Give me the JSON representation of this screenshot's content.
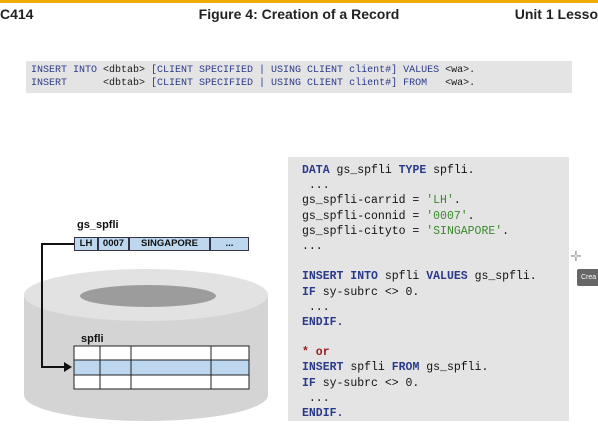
{
  "header": {
    "left": "C414",
    "title": "Figure 4: Creation of a Record",
    "right": "Unit 1 Lesso"
  },
  "syntax": [
    [
      {
        "t": "INSERT INTO ",
        "k": true
      },
      {
        "t": "<dbtab> ",
        "k": false
      },
      {
        "t": "[CLIENT SPECIFIED | USING CLIENT client#] VALUES ",
        "k": true
      },
      {
        "t": "<wa>.",
        "k": false
      }
    ],
    [
      {
        "t": "INSERT      ",
        "k": true
      },
      {
        "t": "<dbtab> ",
        "k": false
      },
      {
        "t": "[CLIENT SPECIFIED | USING CLIENT client#] FROM   ",
        "k": true
      },
      {
        "t": "<wa>.",
        "k": false
      }
    ]
  ],
  "diagram": {
    "wa_label": "gs_spfli",
    "wa_cells": [
      "LH",
      "0007",
      "SINGAPORE",
      "..."
    ],
    "table_label": "spfli"
  },
  "code": [
    [
      {
        "t": "DATA ",
        "c": "kw"
      },
      {
        "t": "gs_spfli ",
        "c": "tx"
      },
      {
        "t": "TYPE ",
        "c": "kw"
      },
      {
        "t": "spfli.",
        "c": "tx"
      }
    ],
    [
      {
        "t": " ...",
        "c": "tx"
      }
    ],
    [
      {
        "t": "gs_spfli-carrid = ",
        "c": "tx"
      },
      {
        "t": "'LH'",
        "c": "str"
      },
      {
        "t": ".",
        "c": "tx"
      }
    ],
    [
      {
        "t": "gs_spfli-connid = ",
        "c": "tx"
      },
      {
        "t": "'0007'",
        "c": "str"
      },
      {
        "t": ".",
        "c": "tx"
      }
    ],
    [
      {
        "t": "gs_spfli-cityto = ",
        "c": "tx"
      },
      {
        "t": "'SINGAPORE'",
        "c": "str"
      },
      {
        "t": ".",
        "c": "tx"
      }
    ],
    [
      {
        "t": "...",
        "c": "tx"
      }
    ],
    [],
    [
      {
        "t": "INSERT INTO ",
        "c": "kw"
      },
      {
        "t": "spfli ",
        "c": "tx"
      },
      {
        "t": "VALUES ",
        "c": "kw"
      },
      {
        "t": "gs_spfli.",
        "c": "tx"
      }
    ],
    [
      {
        "t": "IF ",
        "c": "kw"
      },
      {
        "t": "sy-subrc <> 0.",
        "c": "tx"
      }
    ],
    [
      {
        "t": " ...",
        "c": "tx"
      }
    ],
    [
      {
        "t": "ENDIF.",
        "c": "kw"
      }
    ],
    [],
    [
      {
        "t": "* or",
        "c": "cmt"
      }
    ],
    [
      {
        "t": "INSERT ",
        "c": "kw"
      },
      {
        "t": "spfli ",
        "c": "tx"
      },
      {
        "t": "FROM ",
        "c": "kw"
      },
      {
        "t": "gs_spfli.",
        "c": "tx"
      }
    ],
    [
      {
        "t": "IF ",
        "c": "kw"
      },
      {
        "t": "sy-subrc <> 0.",
        "c": "tx"
      }
    ],
    [
      {
        "t": " ...",
        "c": "tx"
      }
    ],
    [
      {
        "t": "ENDIF.",
        "c": "kw"
      }
    ]
  ],
  "side_tab": "Crea",
  "colors": {
    "accent": "#f0ab00",
    "keyword": "#2a3a8a",
    "string": "#3a8a2a",
    "comment": "#9a1a1a",
    "highlight": "#bcd7ee"
  }
}
